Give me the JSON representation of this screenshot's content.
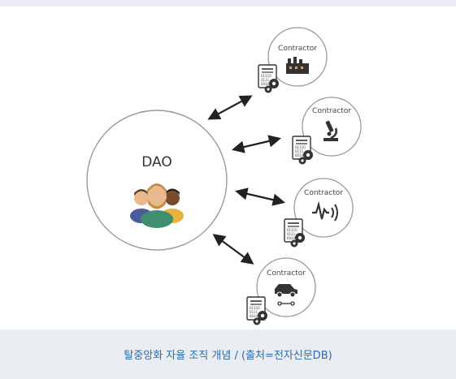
{
  "diagram": {
    "center": {
      "label": "DAO",
      "icon": "people-group-icon"
    },
    "contractors": [
      {
        "label": "Contractor",
        "icon": "factory-icon",
        "doc_icon": "contract-document-gear-icon"
      },
      {
        "label": "Contractor",
        "icon": "microscope-icon",
        "doc_icon": "contract-document-gear-icon"
      },
      {
        "label": "Contractor",
        "icon": "radio-signal-icon",
        "doc_icon": "contract-document-gear-icon"
      },
      {
        "label": "Contractor",
        "icon": "car-icon",
        "doc_icon": "contract-document-gear-icon"
      }
    ],
    "arrow_style": "bidirectional"
  },
  "caption": "탈중앙화 자율 조직 개념 / (출처=전자신문DB)",
  "colors": {
    "page_background": "#e9edf1",
    "figure_background": "#ffffff",
    "circle_stroke": "#9a9a9a",
    "arrow": "#222222",
    "caption_text": "#2f6aa8",
    "skin": "#e8b98e",
    "hair": "#c98b45",
    "shirt": "#3f8f6e"
  }
}
